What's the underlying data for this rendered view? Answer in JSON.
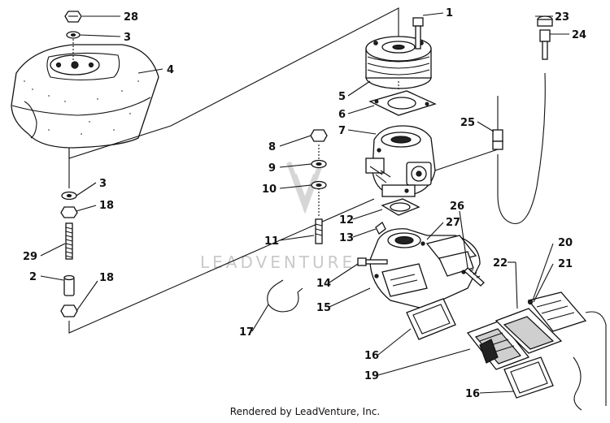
{
  "callouts": [
    "1",
    "2",
    "3",
    "3",
    "4",
    "5",
    "6",
    "7",
    "8",
    "9",
    "10",
    "11",
    "12",
    "13",
    "14",
    "15",
    "16",
    "16",
    "17",
    "18",
    "18",
    "19",
    "20",
    "21",
    "22",
    "23",
    "24",
    "25",
    "26",
    "27",
    "28",
    "29"
  ],
  "watermark": "LEADVENTURE",
  "footer": "Rendered by LeadVenture, Inc.",
  "colors": {
    "ink": "#111111",
    "background": "#ffffff",
    "watermark": "#c9c9c9"
  }
}
